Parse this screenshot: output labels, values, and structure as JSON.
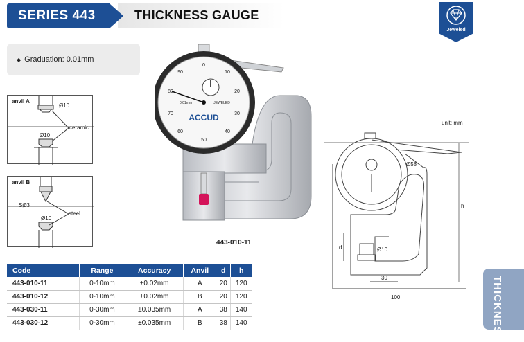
{
  "header": {
    "series": "SERIES 443",
    "title": "THICKNESS GAUGE"
  },
  "badge": {
    "label": "Jeweled",
    "icon": "diamond-icon"
  },
  "graduation": {
    "text": "Graduation: 0.01mm"
  },
  "anvil_a": {
    "title": "anvil A",
    "d_top": "Ø10",
    "material": "ceramic",
    "d_bottom": "Ø10"
  },
  "anvil_b": {
    "title": "anvil B",
    "sphere": "SØ3",
    "d_bottom": "Ø10",
    "material": "steel"
  },
  "gauge": {
    "brand": "ACCUD",
    "model": "443-010-11",
    "dial_unit": "0.01mm",
    "jeweled": "JEWELED",
    "dial_numbers": [
      "0",
      "10",
      "20",
      "30",
      "40",
      "50",
      "60",
      "70",
      "80",
      "90"
    ]
  },
  "drawing": {
    "unit": "unit: mm",
    "d58": "Ø58",
    "d10": "Ø10",
    "dim_30": "30",
    "dim_100": "100",
    "dim_h": "h",
    "dim_d": "d"
  },
  "table": {
    "headers": [
      "Code",
      "Range",
      "Accuracy",
      "Anvil",
      "d",
      "h"
    ],
    "rows": [
      [
        "443-010-11",
        "0-10mm",
        "±0.02mm",
        "A",
        "20",
        "120"
      ],
      [
        "443-010-12",
        "0-10mm",
        "±0.02mm",
        "B",
        "20",
        "120"
      ],
      [
        "443-030-11",
        "0-30mm",
        "±0.035mm",
        "A",
        "38",
        "140"
      ],
      [
        "443-030-12",
        "0-30mm",
        "±0.035mm",
        "B",
        "38",
        "140"
      ]
    ]
  },
  "side_tab": {
    "label": "THICKNESS"
  },
  "colors": {
    "brand_blue": "#1d4f95",
    "tab": "#90a5c3",
    "accent_red": "#d4145a"
  }
}
